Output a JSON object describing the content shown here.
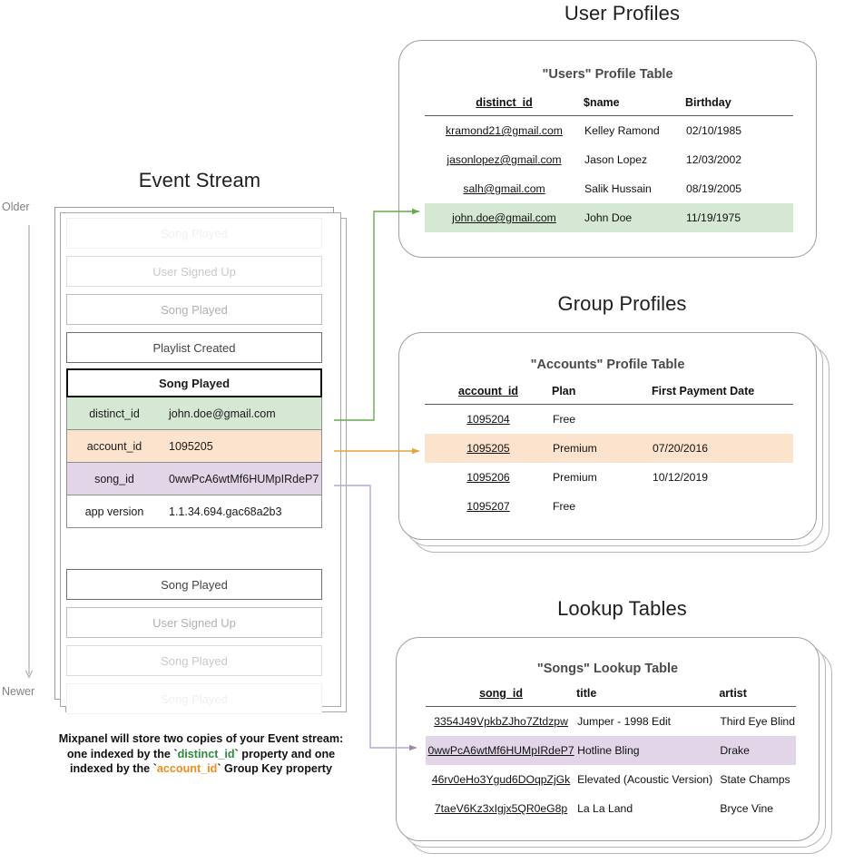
{
  "sections": {
    "user_profiles_title": "User Profiles",
    "group_profiles_title": "Group Profiles",
    "lookup_tables_title": "Lookup Tables",
    "event_stream_title": "Event Stream"
  },
  "event_stream": {
    "axis": {
      "older": "Older",
      "newer": "Newer"
    },
    "rows_above": [
      {
        "label": "Song Played",
        "fade": "fade-3"
      },
      {
        "label": "User Signed Up",
        "fade": "fade-2"
      },
      {
        "label": "Song Played",
        "fade": "fade-1"
      },
      {
        "label": "Playlist Created",
        "fade": "fade-solid"
      }
    ],
    "rows_below": [
      {
        "label": "Song Played",
        "fade": "fade-solid"
      },
      {
        "label": "User Signed Up",
        "fade": "fade-1"
      },
      {
        "label": "Song Played",
        "fade": "fade-2"
      },
      {
        "label": "Song Played",
        "fade": "fade-3"
      }
    ],
    "expanded": {
      "header": "Song Played",
      "props": [
        {
          "key": "distinct_id",
          "value": "john.doe@gmail.com",
          "tone": "p-green"
        },
        {
          "key": "account_id",
          "value": "1095205",
          "tone": "p-orange"
        },
        {
          "key": "song_id",
          "value": "0wwPcA6wtMf6HUMpIRdeP7",
          "tone": "p-purple"
        },
        {
          "key": "app version",
          "value": "1.1.34.694.gac68a2b3",
          "tone": "p-plain"
        }
      ]
    },
    "caption": {
      "line1": "Mixpanel will store two copies of your Event stream:",
      "line2_a": "one indexed by the `",
      "line2_token": "distinct_id",
      "line2_b": "` property and one",
      "line3_a": "indexed by the `",
      "line3_token": "account_id",
      "line3_b": "` Group Key property"
    }
  },
  "users_table": {
    "title": "\"Users\" Profile Table",
    "columns": [
      "distinct_id",
      "$name",
      "Birthday"
    ],
    "rows": [
      {
        "cells": [
          "kramond21@gmail.com",
          "Kelley Ramond",
          "02/10/1985"
        ],
        "highlight": ""
      },
      {
        "cells": [
          "jasonlopez@gmail.com",
          "Jason Lopez",
          "12/03/2002"
        ],
        "highlight": ""
      },
      {
        "cells": [
          "salh@gmail.com",
          "Salik Hussain",
          "08/19/2005"
        ],
        "highlight": ""
      },
      {
        "cells": [
          "john.doe@gmail.com",
          "John Doe",
          "11/19/1975"
        ],
        "highlight": "hl-green"
      }
    ]
  },
  "accounts_table": {
    "title": "\"Accounts\" Profile Table",
    "columns": [
      "account_id",
      "Plan",
      "First Payment Date"
    ],
    "rows": [
      {
        "cells": [
          "1095204",
          "Free",
          ""
        ],
        "highlight": ""
      },
      {
        "cells": [
          "1095205",
          "Premium",
          "07/20/2016"
        ],
        "highlight": "hl-orange"
      },
      {
        "cells": [
          "1095206",
          "Premium",
          "10/12/2019"
        ],
        "highlight": ""
      },
      {
        "cells": [
          "1095207",
          "Free",
          ""
        ],
        "highlight": ""
      }
    ]
  },
  "songs_table": {
    "title": "\"Songs\" Lookup Table",
    "columns": [
      "song_id",
      "title",
      "artist"
    ],
    "rows": [
      {
        "cells": [
          "3354J49VpkbZJho7Ztdzpw",
          "Jumper - 1998 Edit",
          "Third Eye Blind"
        ],
        "highlight": ""
      },
      {
        "cells": [
          "0wwPcA6wtMf6HUMpIRdeP7",
          "Hotline Bling",
          "Drake"
        ],
        "highlight": "hl-purple"
      },
      {
        "cells": [
          "46rv0eHo3Ygud6DOqpZjGk",
          "Elevated (Acoustic Version)",
          "State Champs"
        ],
        "highlight": ""
      },
      {
        "cells": [
          "7taeV6Kz3xIgjx5QR0eG8p",
          "La La Land",
          "Bryce Vine"
        ],
        "highlight": ""
      }
    ]
  },
  "colors": {
    "green": "#d5e8d4",
    "green_line": "#6aa84f",
    "orange": "#fce3cd",
    "orange_line": "#e8a33d",
    "purple": "#e1d5e7",
    "purple_line": "#b4a7d6",
    "card_border": "#9e9e9e",
    "muted_text": "#808080"
  }
}
